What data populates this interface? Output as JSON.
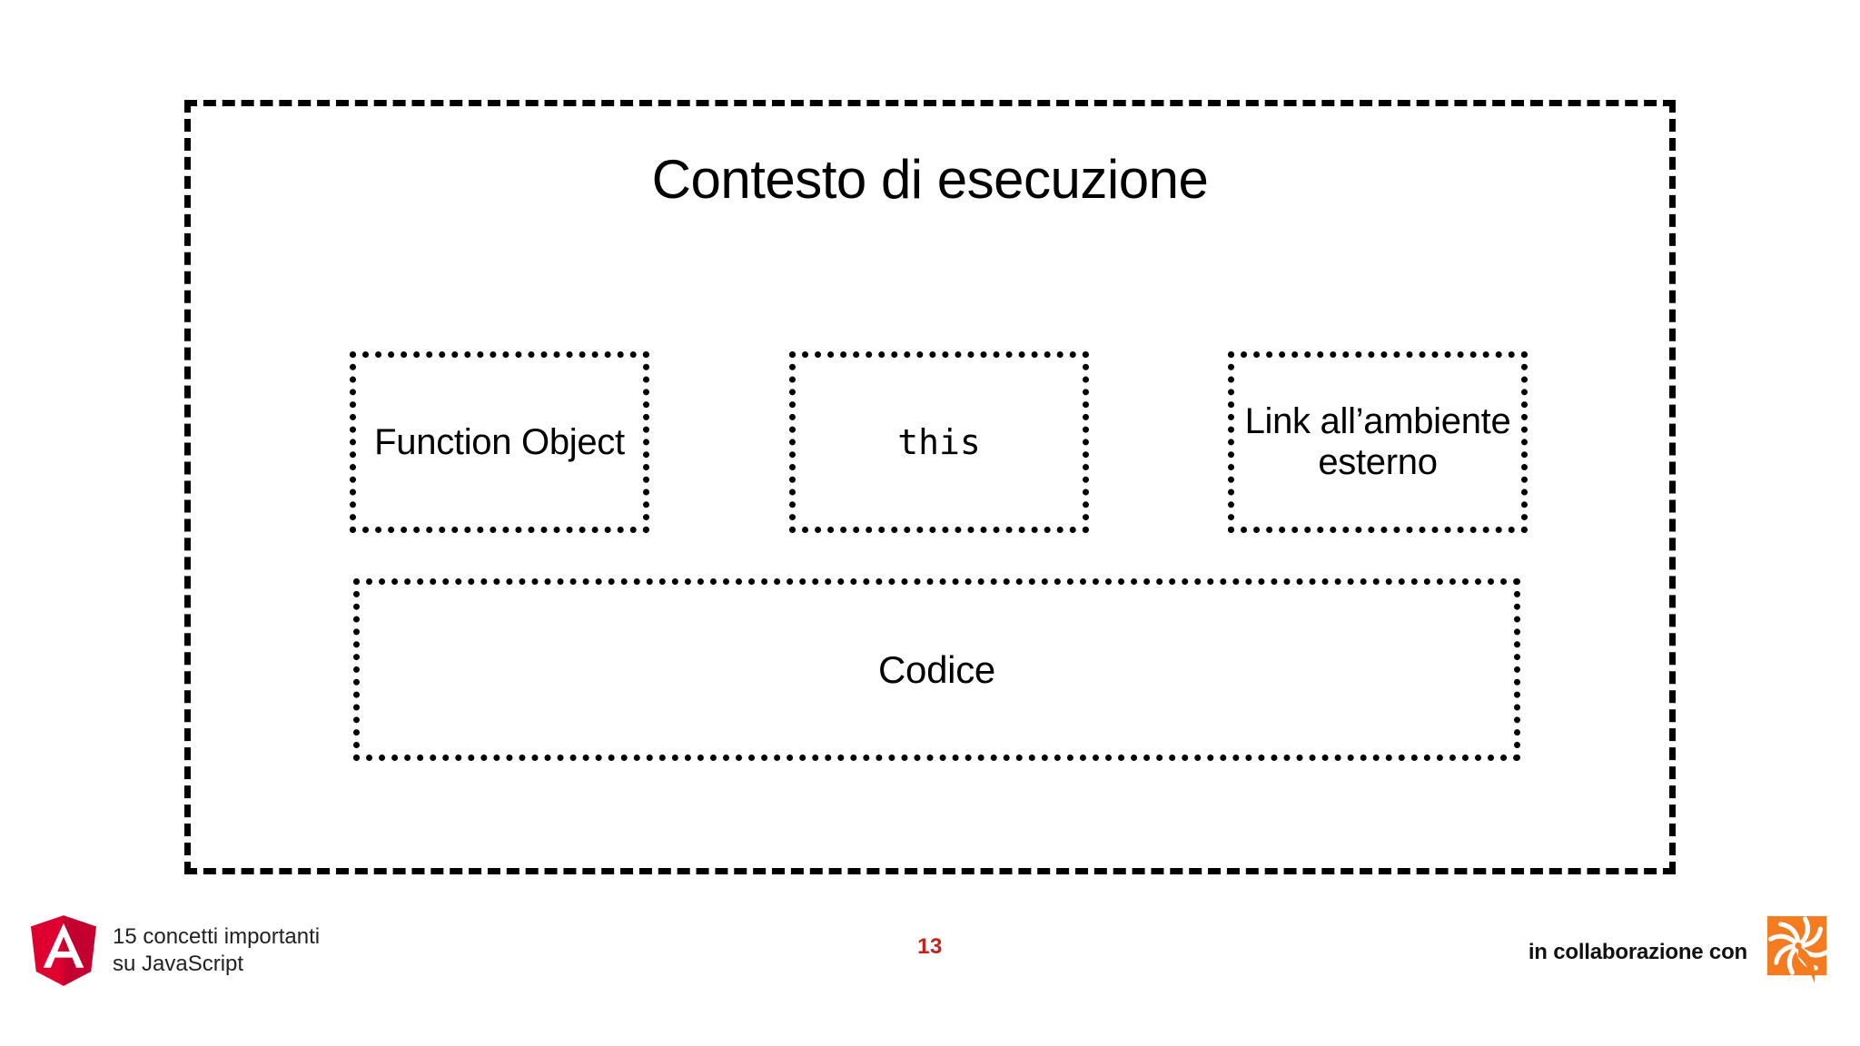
{
  "slide": {
    "context": {
      "title": "Contesto di esecuzione",
      "slots": [
        {
          "label": "Function\nObject",
          "style": "sans",
          "name": "function-object"
        },
        {
          "label": "this",
          "style": "mono",
          "name": "this-keyword"
        },
        {
          "label": "Link\nall’ambiente\nesterno",
          "style": "sans",
          "name": "outer-environment-link"
        }
      ],
      "code_box": {
        "label": "Codice"
      }
    }
  },
  "footer": {
    "deck_title": "15 concetti importanti\nsu JavaScript",
    "page_number": "13",
    "collaboration_text": "in collaborazione con",
    "logos": {
      "left": "angular-logo",
      "right": "partner-swirl-logo"
    }
  },
  "colors": {
    "page_number": "#C3231B",
    "angular_light": "#DD0031",
    "angular_dark": "#C3002F",
    "partner_orange": "#F47B20",
    "border": "#000000",
    "background": "#FFFFFF"
  }
}
